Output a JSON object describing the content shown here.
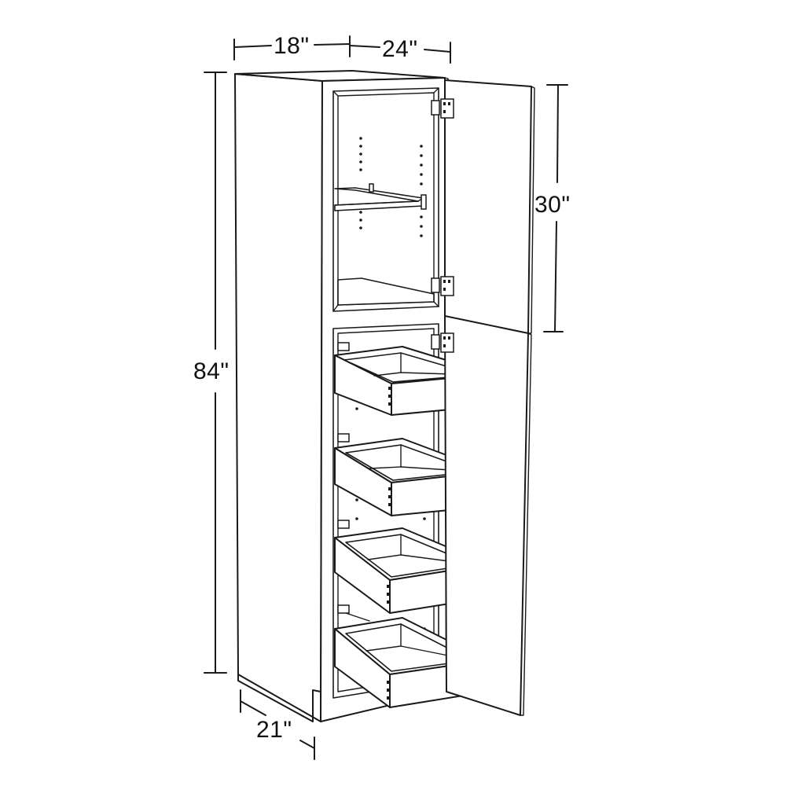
{
  "diagram": {
    "subject": "tall pantry cabinet with open doors and four roll-out drawers",
    "dimensions": {
      "depth_top": "18\"",
      "door_width": "24\"",
      "upper_door_height": "30\"",
      "overall_height": "84\"",
      "base_depth": "21\""
    }
  }
}
